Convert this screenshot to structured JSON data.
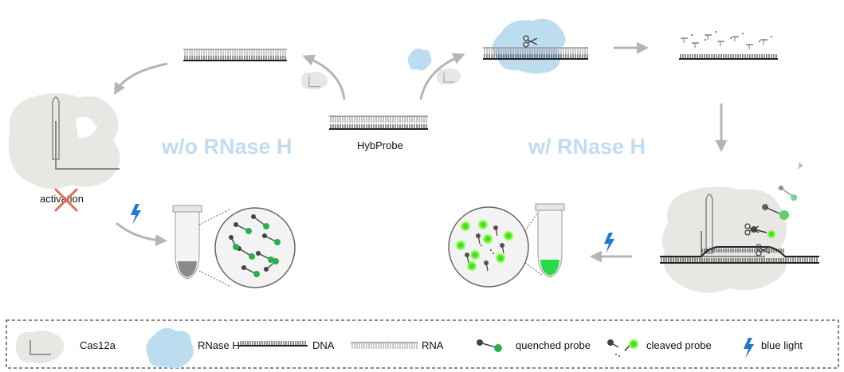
{
  "headings": {
    "without": "w/o RNase H",
    "with": "w/ RNase H"
  },
  "labels": {
    "hybprobe": "HybProbe",
    "activation": "activation"
  },
  "legend": {
    "cas12a": "Cas12a",
    "rnaseh": "RNase H",
    "dna": "DNA",
    "rna": "RNA",
    "quenched": "quenched probe",
    "cleaved": "cleaved probe",
    "bluelight": "blue light"
  },
  "colors": {
    "heading": "#bfdcf0",
    "cas12a": "#e9e7e4",
    "rnaseh": "#bcdcf0",
    "fluor_green": "#27b04c",
    "glow": "#5ff21e",
    "quencher": "#555555",
    "arrow": "#b5b5b5",
    "bolt": "#1f78d1",
    "tube_bright": "#28d94a"
  },
  "icons": [
    "cas12a-protein-icon",
    "rnase-h-protein-icon",
    "scissors-icon",
    "blue-light-bolt-icon",
    "tube-icon",
    "magnified-circle-icon"
  ]
}
